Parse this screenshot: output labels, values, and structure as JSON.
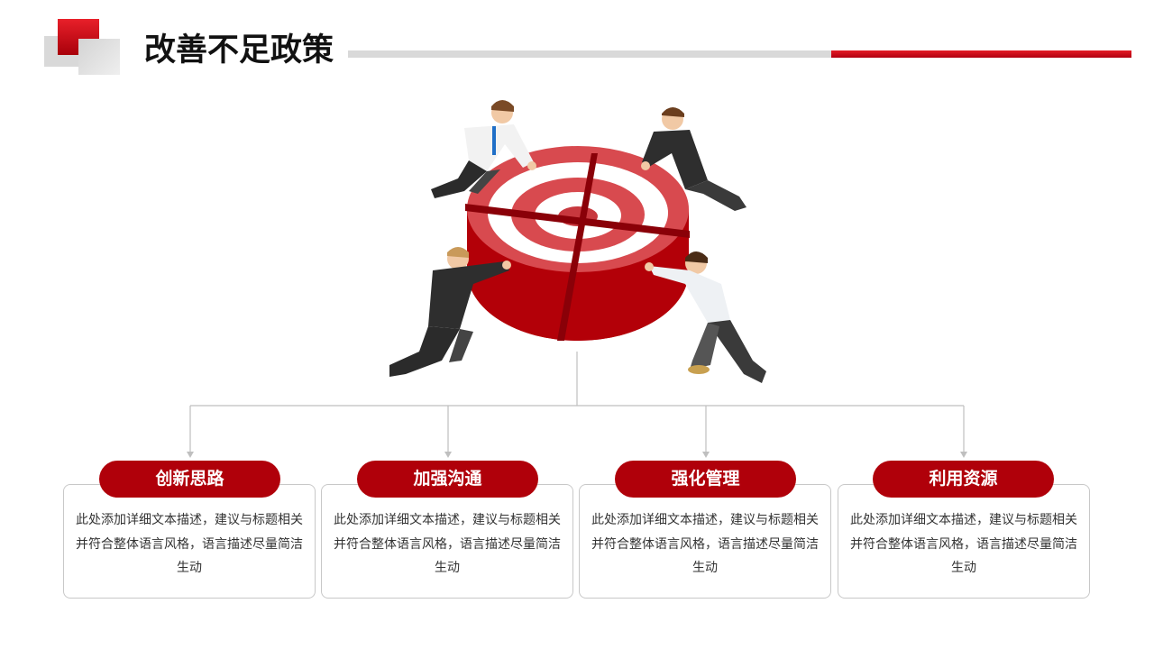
{
  "header": {
    "title": "改善不足政策"
  },
  "colors": {
    "accent_red": "#b0000a",
    "bar_gray": "#d9d9d9",
    "card_border": "#c8c8c8",
    "connector": "#bfbfbf"
  },
  "illustration": {
    "description": "four businessmen pushing pieces of a red-and-white 3D target together"
  },
  "cards": [
    {
      "title": "创新思路",
      "text": "此处添加详细文本描述，建议与标题相关并符合整体语言风格，语言描述尽量简洁生动"
    },
    {
      "title": "加强沟通",
      "text": "此处添加详细文本描述，建议与标题相关并符合整体语言风格，语言描述尽量简洁生动"
    },
    {
      "title": "强化管理",
      "text": "此处添加详细文本描述，建议与标题相关并符合整体语言风格，语言描述尽量简洁生动"
    },
    {
      "title": "利用资源",
      "text": "此处添加详细文本描述，建议与标题相关并符合整体语言风格，语言描述尽量简洁生动"
    }
  ]
}
